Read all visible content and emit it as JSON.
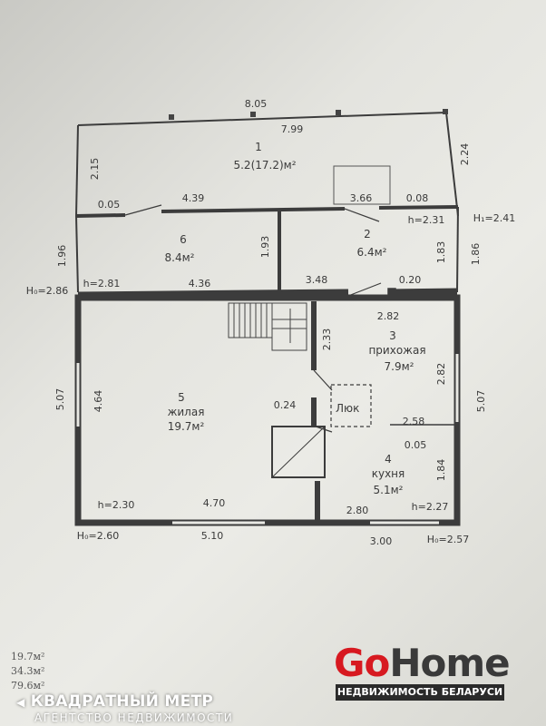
{
  "dimensions": {
    "top_total": "8.05",
    "top_inner": "7.99",
    "left_top": "2.15",
    "right_top": "2.24",
    "d_005": "0.05",
    "d_439": "4.39",
    "d_366": "3.66",
    "d_008": "0.08",
    "d_196": "1.96",
    "d_193": "1.93",
    "d_183": "1.83",
    "d_186": "1.86",
    "d_436": "4.36",
    "d_348": "3.48",
    "d_020": "0.20",
    "d_282h": "2.82",
    "d_233": "2.33",
    "d_282v": "2.82",
    "d_507l": "5.07",
    "d_464": "4.64",
    "d_507r": "5.07",
    "d_024": "0.24",
    "d_258": "2.58",
    "d_005b": "0.05",
    "d_184": "1.84",
    "d_470": "4.70",
    "d_510": "5.10",
    "d_280": "2.80",
    "d_300": "3.00"
  },
  "heights": {
    "h231": "h=2.31",
    "H241": "H₁=2.41",
    "H286": "H₀=2.86",
    "h281": "h=2.81",
    "h230": "h=2.30",
    "H260": "H₀=2.60",
    "h227": "h=2.27",
    "H257": "H₀=2.57"
  },
  "rooms": [
    {
      "number": "1",
      "name": "",
      "area": "5.2(17.2)м²"
    },
    {
      "number": "2",
      "name": "",
      "area": "6.4м²"
    },
    {
      "number": "3",
      "name": "прихожая",
      "area": "7.9м²"
    },
    {
      "number": "4",
      "name": "кухня",
      "area": "5.1м²"
    },
    {
      "number": "5",
      "name": "жилая",
      "area": "19.7м²"
    },
    {
      "number": "6",
      "name": "",
      "area": "8.4м²"
    }
  ],
  "hatch_label": "Люк",
  "summary": {
    "living": "19.7м²",
    "useful": "34.3м²",
    "total": "79.6м²"
  },
  "branding": {
    "kvadratny_name": "КВАДРАТНЫЙ МЕТР",
    "kvadratny_sub": "АГЕНТСТВО НЕДВИЖИМОСТИ",
    "gohome_go": "Go",
    "gohome_home": "Home",
    "gohome_sub": "НЕДВИЖИМОСТЬ БЕЛАРУСИ",
    "accent_color": "#d71920"
  }
}
